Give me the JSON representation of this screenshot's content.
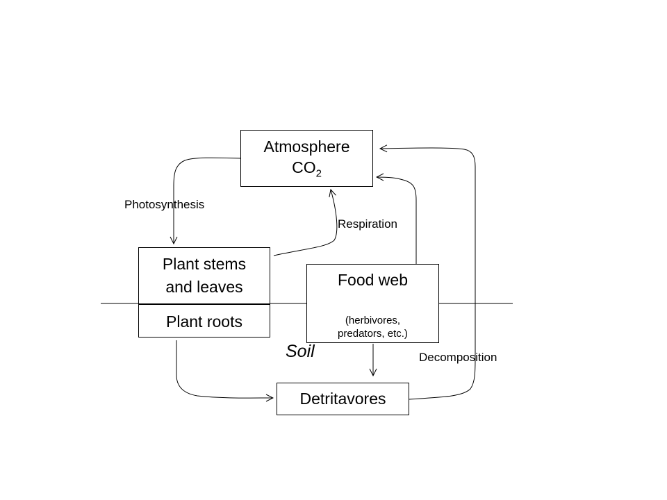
{
  "nodes": {
    "atmosphere": {
      "line1": "Atmosphere",
      "line2_main": "CO",
      "line2_sub": "2"
    },
    "plant_top": {
      "line1": "Plant stems",
      "line2": "and leaves"
    },
    "plant_roots": {
      "label": "Plant roots"
    },
    "food_web": {
      "title": "Food web",
      "detail1": "(herbivores,",
      "detail2": "predators, etc.)"
    },
    "detritavores": {
      "label": "Detritavores"
    }
  },
  "labels": {
    "photosynthesis": "Photosynthesis",
    "respiration": "Respiration",
    "decomposition": "Decomposition",
    "soil": "Soil"
  }
}
